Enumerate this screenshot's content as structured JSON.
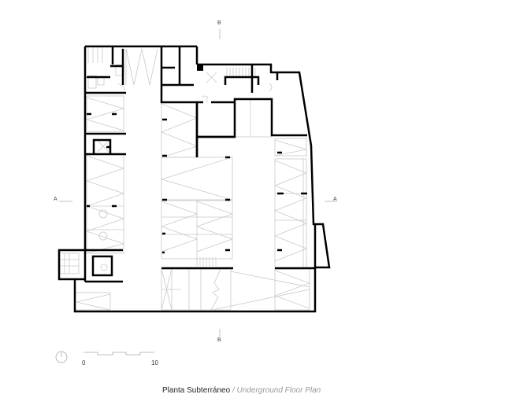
{
  "drawing": {
    "caption": {
      "spanish": "Planta Subterráneo",
      "separator": " / ",
      "english": "Underground Floor Plan"
    },
    "section_markers": {
      "top": "B",
      "bottom": "B",
      "left": "A",
      "right": "A"
    },
    "scale_bar": {
      "start": "0",
      "end": "10"
    },
    "icons": [
      "north-arrow-icon",
      "accessible-parking-icon",
      "elevator-icon",
      "stair-icon"
    ],
    "colors": {
      "wall": "#000000",
      "parking_lines": "#c8c8c8",
      "annotation": "#999999",
      "background": "#ffffff"
    }
  }
}
